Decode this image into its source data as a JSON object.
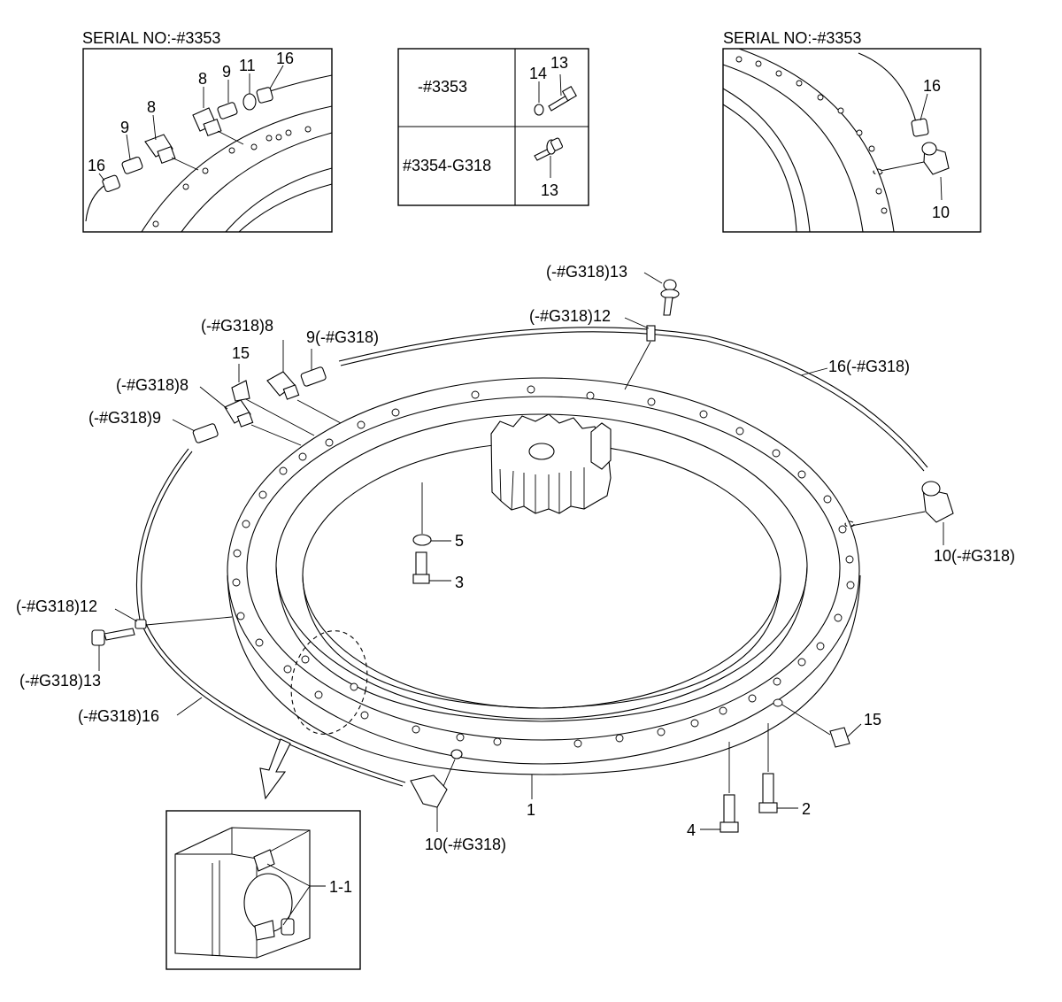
{
  "insets": {
    "left_serial": "SERIAL NO:-#3353",
    "right_serial": "SERIAL NO:-#3353",
    "left_labels": {
      "n8a": "8",
      "n9a": "9",
      "n11": "11",
      "n16a": "16",
      "n8b": "8",
      "n9b": "9",
      "n16b": "16"
    },
    "right_labels": {
      "n16": "16",
      "n10": "10"
    },
    "table": {
      "row1_serial": "-#3353",
      "row1_n14": "14",
      "row1_n13": "13",
      "row2_serial": "#3354-G318",
      "row2_n13": "13"
    }
  },
  "main_labels": {
    "top_bolt_13": "(-#G318)13",
    "top_clip_12": "(-#G318)12",
    "elbow_8_top": "(-#G318)8",
    "nipple_9_top": "9(-#G318)",
    "grease_15_top": "15",
    "elbow_8_mid": "(-#G318)8",
    "nipple_9_left": "(-#G318)9",
    "pipe_16_right": "16(-#G318)",
    "elbow_10_right": "10(-#G318)",
    "washer_5": "5",
    "bolt_3": "3",
    "clip_12_left": "(-#G318)12",
    "bolt_13_left": "(-#G318)13",
    "pipe_16_left": "(-#G318)16",
    "ring_1": "1",
    "elbow_10_bottom": "10(-#G318)",
    "grease_15_right": "15",
    "bolt_2": "2",
    "bolt_4": "4",
    "seal_1_1": "1-1"
  }
}
